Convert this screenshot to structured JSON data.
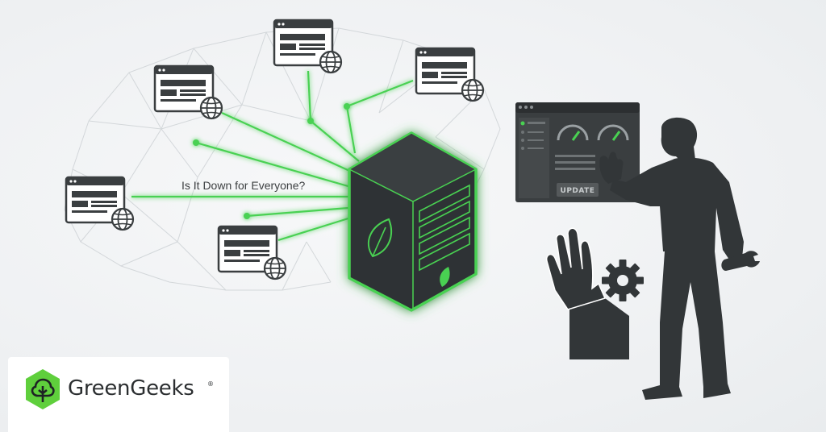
{
  "illustration": {
    "network_label": "Is It Down for Everyone?",
    "dashboard_button_label": "UPDATE"
  },
  "brand": {
    "name": "GreenGeeks",
    "registered_mark": "®",
    "logo_icon": "leaf-hexagon-icon"
  },
  "colors": {
    "accent_green": "#49d152",
    "brand_green": "#5fcf3c",
    "dark": "#323638",
    "server_body": "#2e3234"
  },
  "icons": [
    "browser-window-icon",
    "globe-icon",
    "server-icon",
    "leaf-icon",
    "gauge-icon",
    "gear-icon",
    "wrench-icon",
    "stop-hand-icon",
    "technician-figure"
  ]
}
